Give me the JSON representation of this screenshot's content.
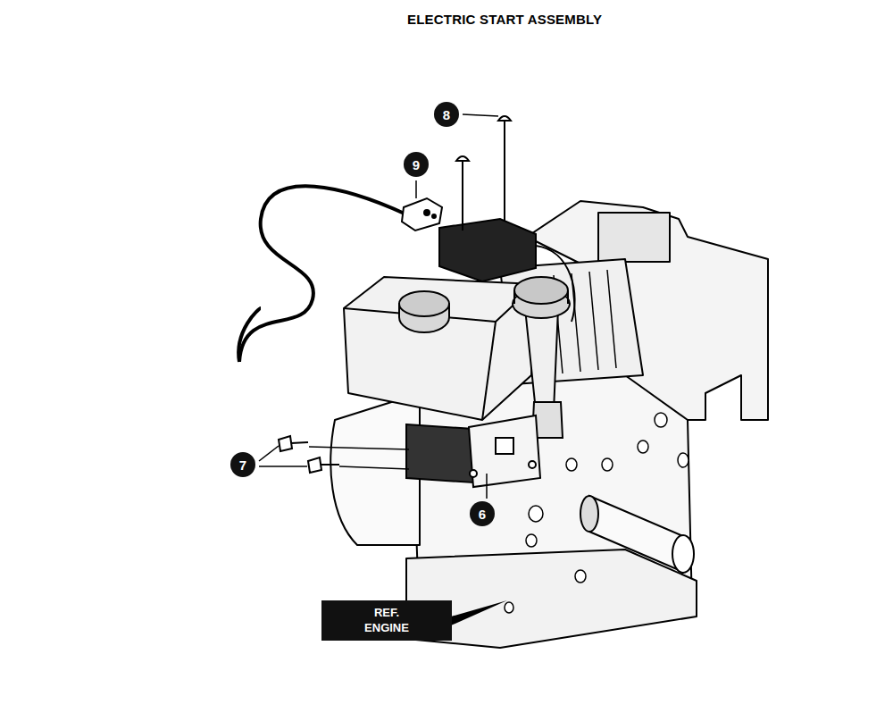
{
  "diagram": {
    "title": "ELECTRIC START ASSEMBLY",
    "nodes": [
      {
        "text": [
          "REF. ENGINE"
        ]
      }
    ],
    "edges": [],
    "labels": [
      "8",
      "9",
      "7",
      "6"
    ]
  }
}
